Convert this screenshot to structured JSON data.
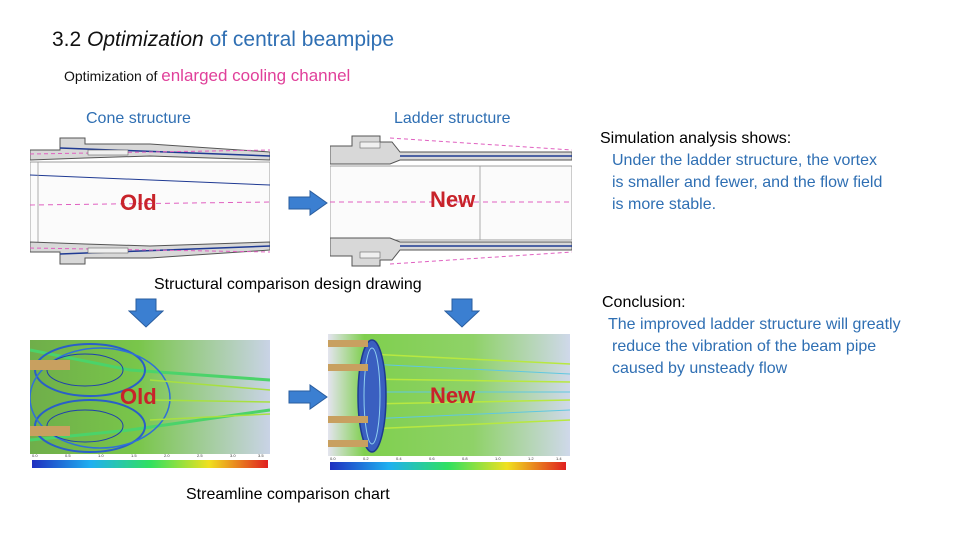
{
  "title": {
    "part1": "3.2 ",
    "part2": "Optimization",
    "part3": " of central beampipe"
  },
  "subtitle": {
    "prefix": "Optimization of ",
    "highlight": "enlarged cooling channel"
  },
  "labels": {
    "cone": "Cone structure",
    "ladder": "Ladder structure",
    "old_top": "Old",
    "new_top": "New",
    "old_bottom": "Old",
    "new_bottom": "New"
  },
  "captions": {
    "structural": "Structural comparison design drawing",
    "streamline": "Streamline comparison chart"
  },
  "simulation": {
    "heading": "Simulation analysis shows:",
    "line1": "Under the ladder structure, the vortex",
    "line2": "is smaller and fewer, and the flow field",
    "line3": "is more stable."
  },
  "conclusion": {
    "heading": "Conclusion:",
    "line1": "The improved ladder structure will greatly",
    "line2": "reduce the vibration of the beam pipe",
    "line3": "caused by unsteady flow"
  },
  "colorbar_ticks_left": [
    "0.0",
    "0.5",
    "1.0",
    "1.5",
    "2.0",
    "2.5",
    "3.0",
    "3.5"
  ],
  "colorbar_ticks_right": [
    "0.0",
    "0.2",
    "0.4",
    "0.6",
    "0.8",
    "1.0",
    "1.2",
    "1.4"
  ],
  "colors": {
    "blue_text": "#2f6fb3",
    "red_text": "#c8232a",
    "pink_text": "#e0409a",
    "arrow": "#3b7fd1"
  }
}
